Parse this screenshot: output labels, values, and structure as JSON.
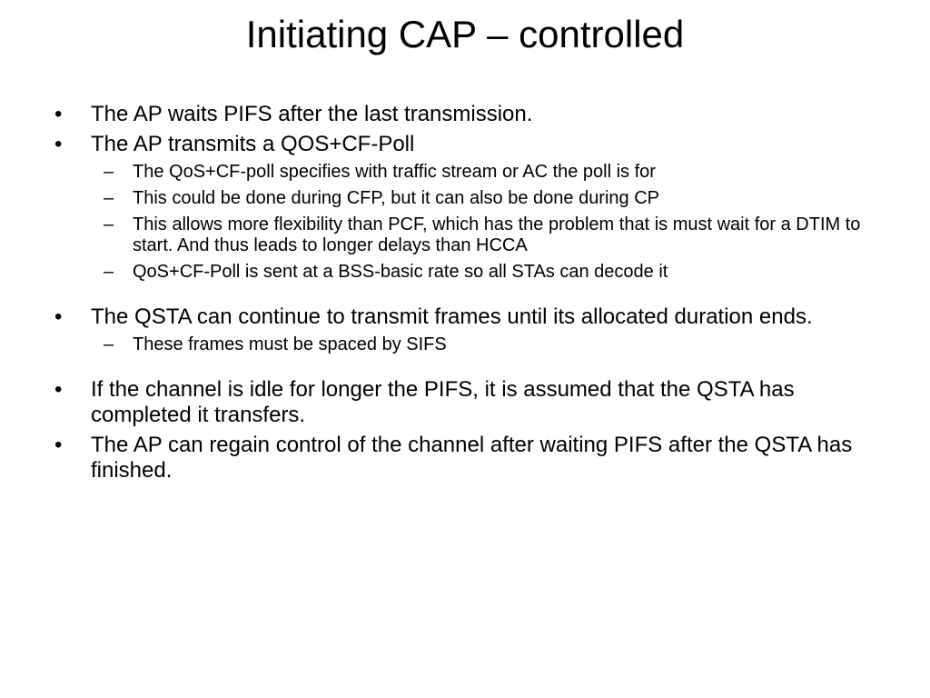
{
  "slide": {
    "title": "Initiating CAP – controlled",
    "bullet_mark": "•",
    "sub_mark": "–",
    "items": [
      {
        "level": 1,
        "text": "The AP waits PIFS after the last transmission."
      },
      {
        "level": 1,
        "text": "The AP transmits a QOS+CF-Poll"
      },
      {
        "level": 2,
        "text": "The QoS+CF-poll specifies with traffic stream or AC the poll is for"
      },
      {
        "level": 2,
        "text": "This could be done during CFP, but it can also be done during CP"
      },
      {
        "level": 2,
        "text": "This allows more flexibility than PCF, which has the problem that is must wait for a DTIM to start. And thus leads to longer delays than HCCA"
      },
      {
        "level": 2,
        "text": "QoS+CF-Poll is sent at a BSS-basic rate so all STAs can decode it"
      },
      {
        "level": 1,
        "text": "The QSTA can continue to transmit frames until its allocated duration ends."
      },
      {
        "level": 2,
        "text": "These frames must be spaced by SIFS"
      },
      {
        "level": 1,
        "text": "If the channel is idle for longer the PIFS, it is assumed that the QSTA has completed it transfers."
      },
      {
        "level": 1,
        "text": "The AP can regain control of the channel after waiting PIFS after the QSTA has finished."
      }
    ]
  }
}
